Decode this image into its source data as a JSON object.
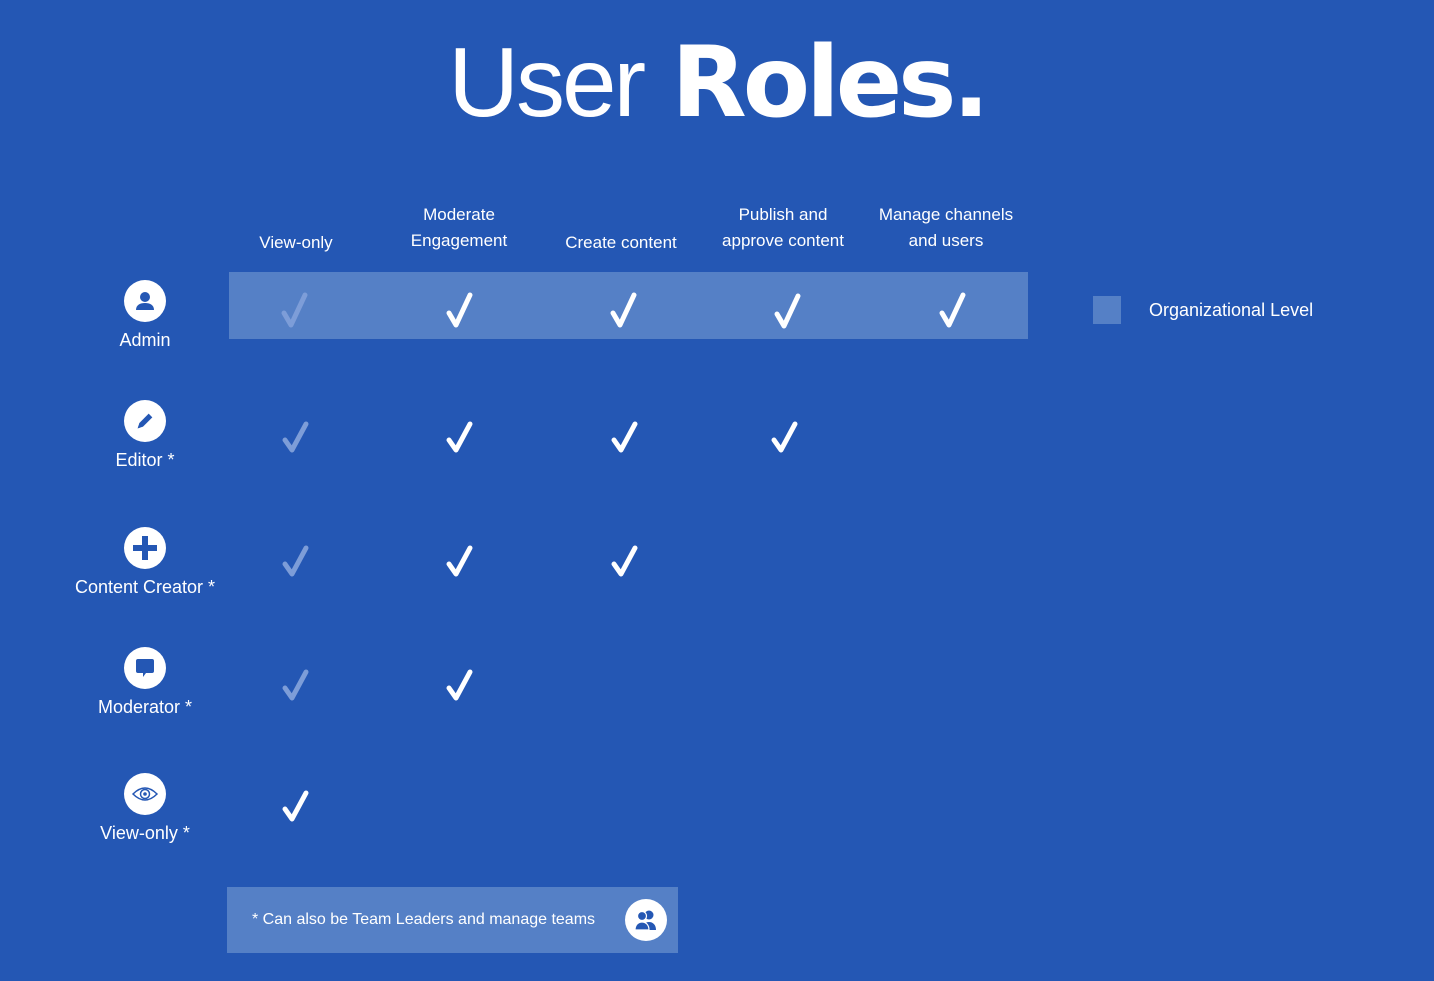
{
  "title": {
    "light": "User",
    "bold": "Roles."
  },
  "columns": [
    {
      "label_line1": "",
      "label_line2": "View-only"
    },
    {
      "label_line1": "Moderate",
      "label_line2": "Engagement"
    },
    {
      "label_line1": "",
      "label_line2": "Create content"
    },
    {
      "label_line1": "Publish and",
      "label_line2": "approve content"
    },
    {
      "label_line1": "Manage channels",
      "label_line2": "and users"
    }
  ],
  "roles": [
    {
      "label": "Admin",
      "icon": "user-icon",
      "permissions": [
        "implied",
        "yes",
        "yes",
        "yes",
        "yes"
      ],
      "organizational_level": true
    },
    {
      "label": "Editor *",
      "icon": "pencil-icon",
      "permissions": [
        "implied",
        "yes",
        "yes",
        "yes",
        "no"
      ]
    },
    {
      "label": "Content Creator *",
      "icon": "plus-icon",
      "permissions": [
        "implied",
        "yes",
        "yes",
        "no",
        "no"
      ]
    },
    {
      "label": "Moderator *",
      "icon": "chat-bubble-icon",
      "permissions": [
        "implied",
        "yes",
        "no",
        "no",
        "no"
      ]
    },
    {
      "label": "View-only *",
      "icon": "eye-icon",
      "permissions": [
        "yes",
        "no",
        "no",
        "no",
        "no"
      ]
    }
  ],
  "legend": {
    "label": "Organizational Level",
    "color": "#5580c6"
  },
  "footnote": {
    "text": "* Can also be Team Leaders and manage teams",
    "icon": "team-icon"
  },
  "colors": {
    "background": "#2457b4",
    "band": "#5580c6",
    "check": "#ffffff",
    "check_implied": "#7d9dd8"
  }
}
